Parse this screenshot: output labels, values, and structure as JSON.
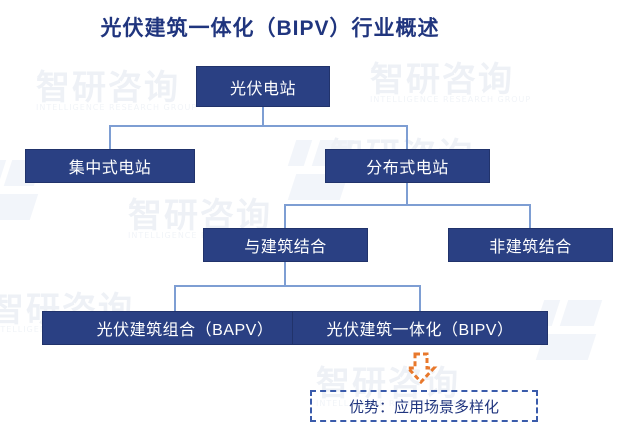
{
  "page": {
    "title": "光伏建筑一体化（BIPV）行业概述",
    "background_color": "#ffffff",
    "title_color": "#20357e"
  },
  "theme": {
    "node_fill": "#2a4083",
    "node_text": "#ffffff",
    "connector_color": "#7e9ed3",
    "arrow_color": "#e8782c",
    "callout_border": "#3a5bab",
    "callout_text": "#20357e",
    "watermark_color": "#eef1f6"
  },
  "chart_data": {
    "type": "diagram",
    "title": "光伏建筑一体化（BIPV）行业概述",
    "layout": "top-down-tree",
    "nodes": [
      {
        "id": "n1",
        "label": "光伏电站",
        "level": 0
      },
      {
        "id": "n2",
        "label": "集中式电站",
        "level": 1
      },
      {
        "id": "n3",
        "label": "分布式电站",
        "level": 1
      },
      {
        "id": "n4",
        "label": "与建筑结合",
        "level": 2
      },
      {
        "id": "n5",
        "label": "非建筑结合",
        "level": 2
      },
      {
        "id": "n6",
        "label": "光伏建筑组合（BAPV）",
        "level": 3
      },
      {
        "id": "n7",
        "label": "光伏建筑一体化（BIPV）",
        "level": 3
      },
      {
        "id": "n8",
        "label": "优势：应用场景多样化",
        "level": 4,
        "style": "dashed-callout"
      }
    ],
    "edges": [
      {
        "from": "n1",
        "to": "n2"
      },
      {
        "from": "n1",
        "to": "n3"
      },
      {
        "from": "n3",
        "to": "n4"
      },
      {
        "from": "n3",
        "to": "n5"
      },
      {
        "from": "n4",
        "to": "n6"
      },
      {
        "from": "n4",
        "to": "n7"
      },
      {
        "from": "n7",
        "to": "n8",
        "style": "orange-dashed-arrow"
      }
    ]
  },
  "watermarks": [
    {
      "text": "智研咨询",
      "sub": "INTELLIGENCE RESEARCH GROUP"
    },
    {
      "text": "智研咨询",
      "sub": "INTELLIGENCE RESEARCH GROUP"
    },
    {
      "text": "智研咨询",
      "sub": "INTELLIGENCE RESEARCH GROUP"
    },
    {
      "text": "智研咨询",
      "sub": "INTELLIGENCE RESEARCH GROUP"
    },
    {
      "text": "智研咨询",
      "sub": "INTELLIGENCE RESEARCH GROUP"
    },
    {
      "text": "智研咨询",
      "sub": "INTELLIGENCE RESEARCH GROUP"
    }
  ],
  "nodes_by_id": {
    "n1": "光伏电站",
    "n2": "集中式电站",
    "n3": "分布式电站",
    "n4": "与建筑结合",
    "n5": "非建筑结合",
    "n6": "光伏建筑组合（BAPV）",
    "n7": "光伏建筑一体化（BIPV）",
    "n8": "优势：应用场景多样化"
  }
}
